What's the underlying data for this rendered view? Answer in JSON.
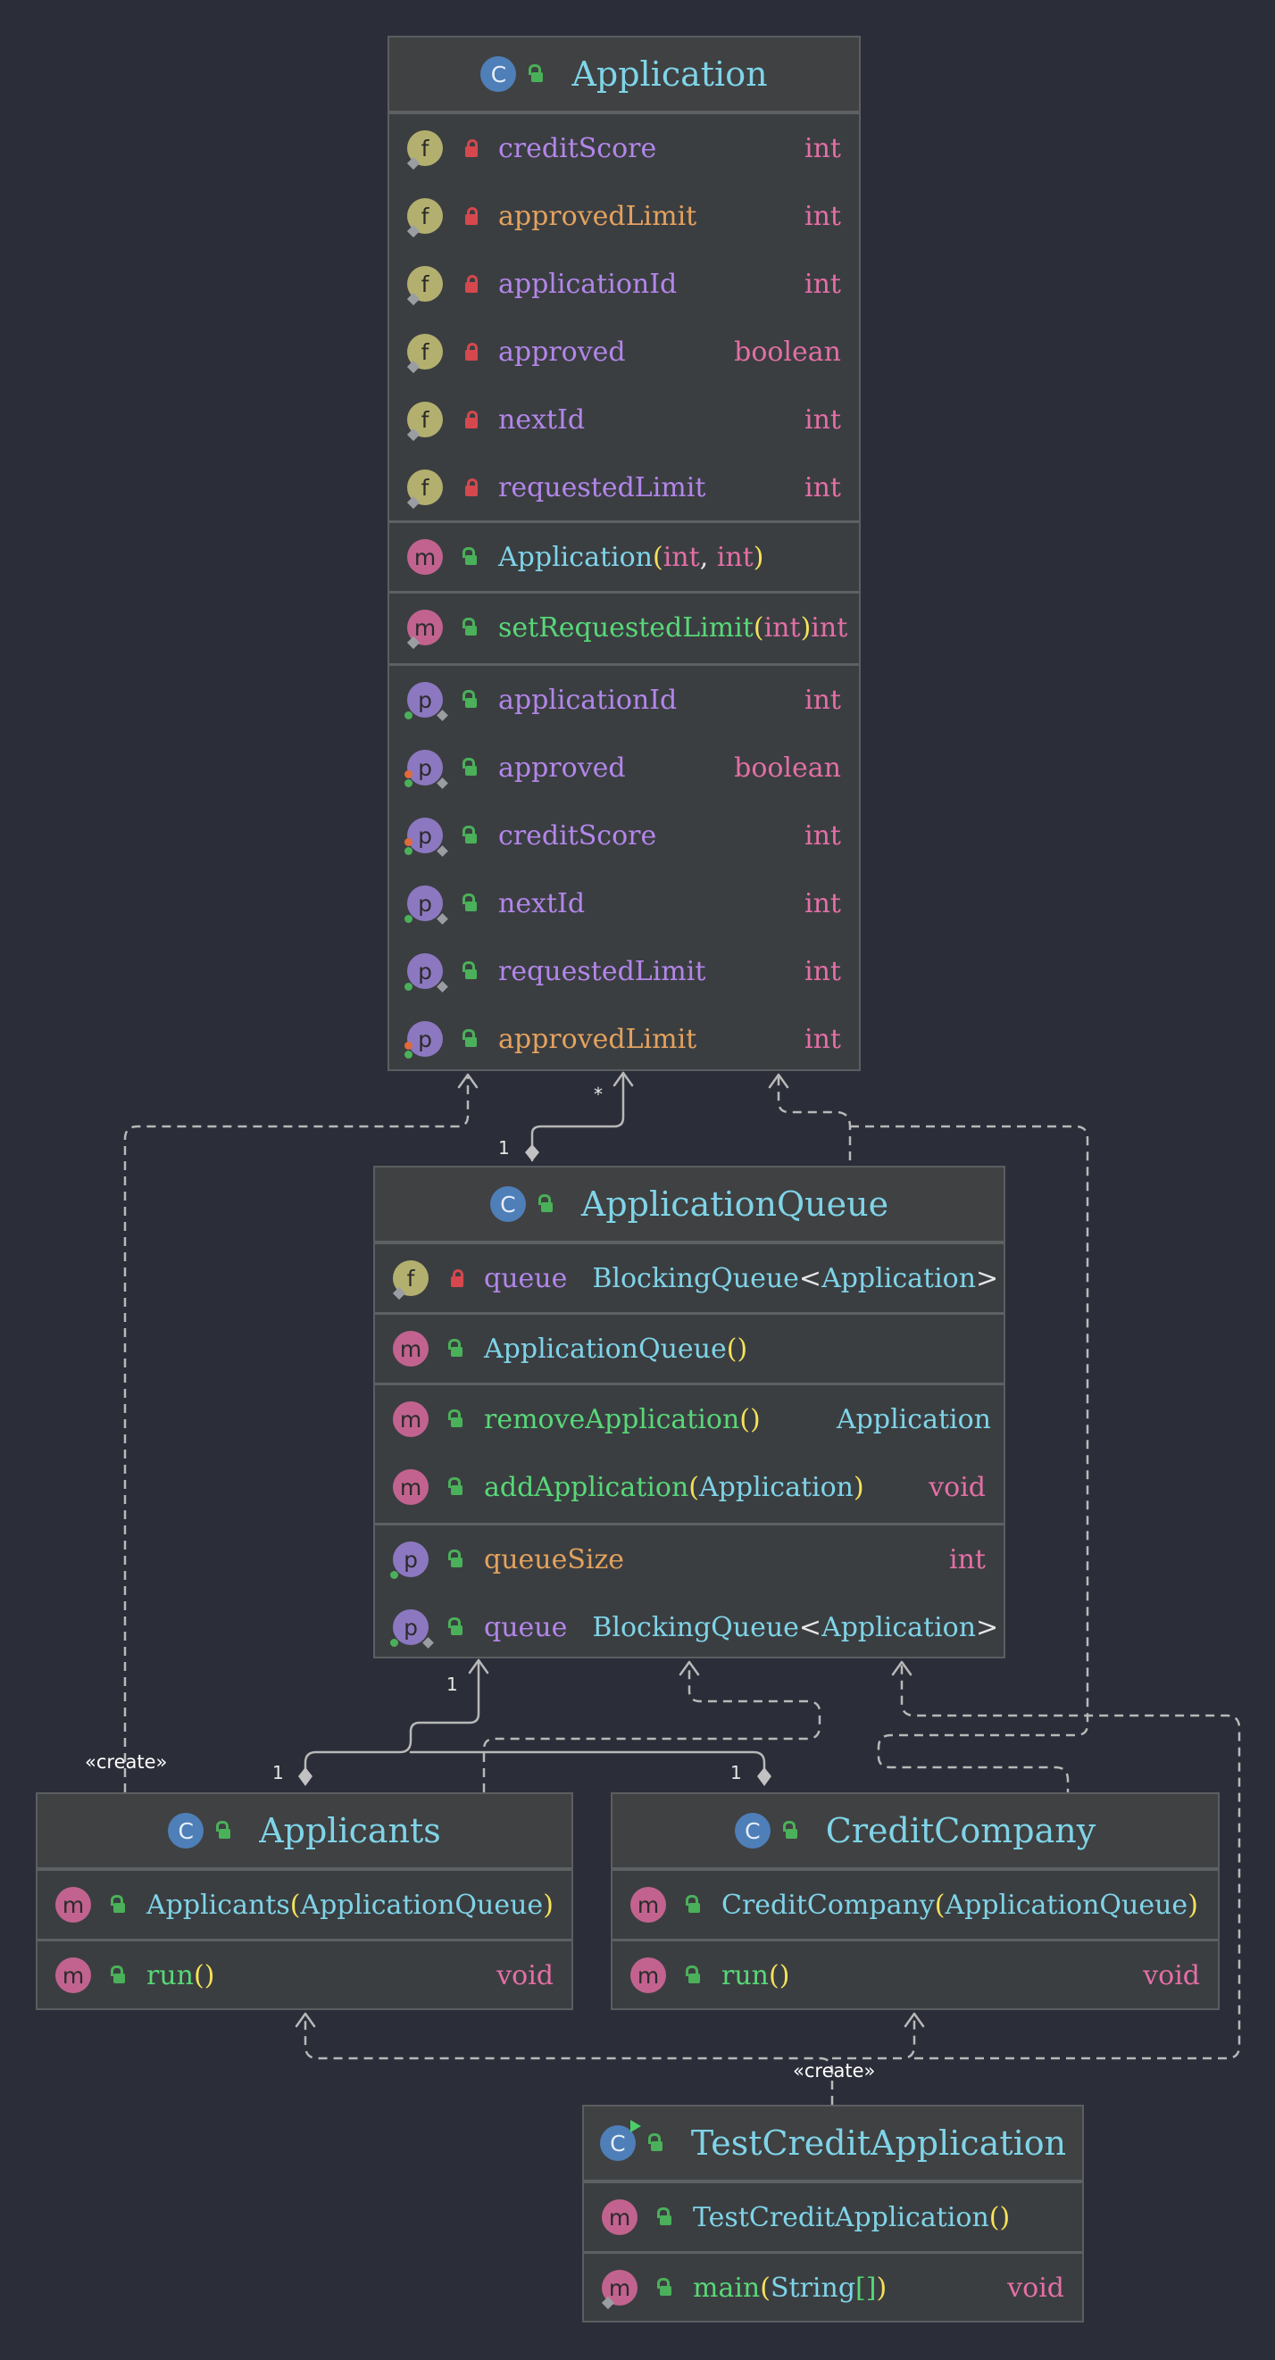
{
  "diagram": {
    "application": {
      "kind": "C",
      "name": "Application",
      "fields": [
        {
          "kind": "f",
          "name": "creditScore",
          "type": "int",
          "name_color": "#b386ea"
        },
        {
          "kind": "f",
          "name": "approvedLimit",
          "type": "int",
          "name_color": "#e3a25e"
        },
        {
          "kind": "f",
          "name": "applicationId",
          "type": "int",
          "name_color": "#b386ea"
        },
        {
          "kind": "f",
          "name": "approved",
          "type": "boolean",
          "name_color": "#b386ea"
        },
        {
          "kind": "f",
          "name": "nextId",
          "type": "int",
          "name_color": "#b386ea"
        },
        {
          "kind": "f",
          "name": "requestedLimit",
          "type": "int",
          "name_color": "#b386ea"
        }
      ],
      "constructor": {
        "kind": "m",
        "name": "Application",
        "open": "(",
        "p1": "int",
        "sep": ", ",
        "p2": "int",
        "close": ")"
      },
      "methods": [
        {
          "kind": "m",
          "name": "setRequestedLimit",
          "open": "(",
          "p1": "int",
          "close": ")",
          "type": "int"
        }
      ],
      "properties": [
        {
          "kind": "p",
          "name": "applicationId",
          "type": "int"
        },
        {
          "kind": "p",
          "name": "approved",
          "type": "boolean"
        },
        {
          "kind": "p",
          "name": "creditScore",
          "type": "int"
        },
        {
          "kind": "p",
          "name": "nextId",
          "type": "int"
        },
        {
          "kind": "p",
          "name": "requestedLimit",
          "type": "int"
        },
        {
          "kind": "p",
          "name": "approvedLimit",
          "type": "int"
        }
      ]
    },
    "application_queue": {
      "kind": "C",
      "name": "ApplicationQueue",
      "field": {
        "kind": "f",
        "name": "queue",
        "type_a": "BlockingQueue",
        "lt": "<",
        "type_b": "Application",
        "gt": ">"
      },
      "constructor": {
        "kind": "m",
        "name": "ApplicationQueue",
        "parens": "()"
      },
      "methods": [
        {
          "kind": "m",
          "name": "removeApplication",
          "parens": "()",
          "type": "Application"
        },
        {
          "kind": "m",
          "name": "addApplication",
          "open": "(",
          "p1": "Application",
          "close": ")",
          "type": "void"
        }
      ],
      "properties": [
        {
          "kind": "p",
          "name": "queueSize",
          "type": "int"
        },
        {
          "kind": "p",
          "name": "queue",
          "type_a": "BlockingQueue",
          "lt": "<",
          "type_b": "Application",
          "gt": ">"
        }
      ]
    },
    "applicants": {
      "kind": "C",
      "name": "Applicants",
      "constructor": {
        "kind": "m",
        "name": "Applicants",
        "open": "(",
        "p1": "ApplicationQueue",
        "close": ")"
      },
      "methods": [
        {
          "kind": "m",
          "name": "run",
          "parens": "()",
          "type": "void"
        }
      ]
    },
    "credit_company": {
      "kind": "C",
      "name": "CreditCompany",
      "constructor": {
        "kind": "m",
        "name": "CreditCompany",
        "open": "(",
        "p1": "ApplicationQueue",
        "close": ")"
      },
      "methods": [
        {
          "kind": "m",
          "name": "run",
          "parens": "()",
          "type": "void"
        }
      ]
    },
    "test_credit_application": {
      "kind": "C",
      "name": "TestCreditApplication",
      "constructor": {
        "kind": "m",
        "name": "TestCreditApplication",
        "parens": "()"
      },
      "methods": [
        {
          "kind": "m",
          "name": "main",
          "open": "(",
          "p1": "String",
          "brackets": "[]",
          "close": ")",
          "type": "void"
        }
      ]
    },
    "labels": {
      "mult_star": "*",
      "mult_one_app_queue": "1",
      "mult_one_queue_bottom": "1",
      "mult_one_applicants": "1",
      "mult_one_credit": "1",
      "create_left": "«create»",
      "create_bottom": "«create»"
    },
    "colors": {
      "background": "#2b2d38",
      "box": "#3b3e41",
      "class_name": "#7fd4e8",
      "field_badge": "#b3b06f",
      "method_badge": "#c2638f",
      "property_badge": "#8c78c0",
      "class_badge": "#4e7fb8",
      "type": "#e36fa6",
      "edge": "#b8b8b8"
    }
  }
}
